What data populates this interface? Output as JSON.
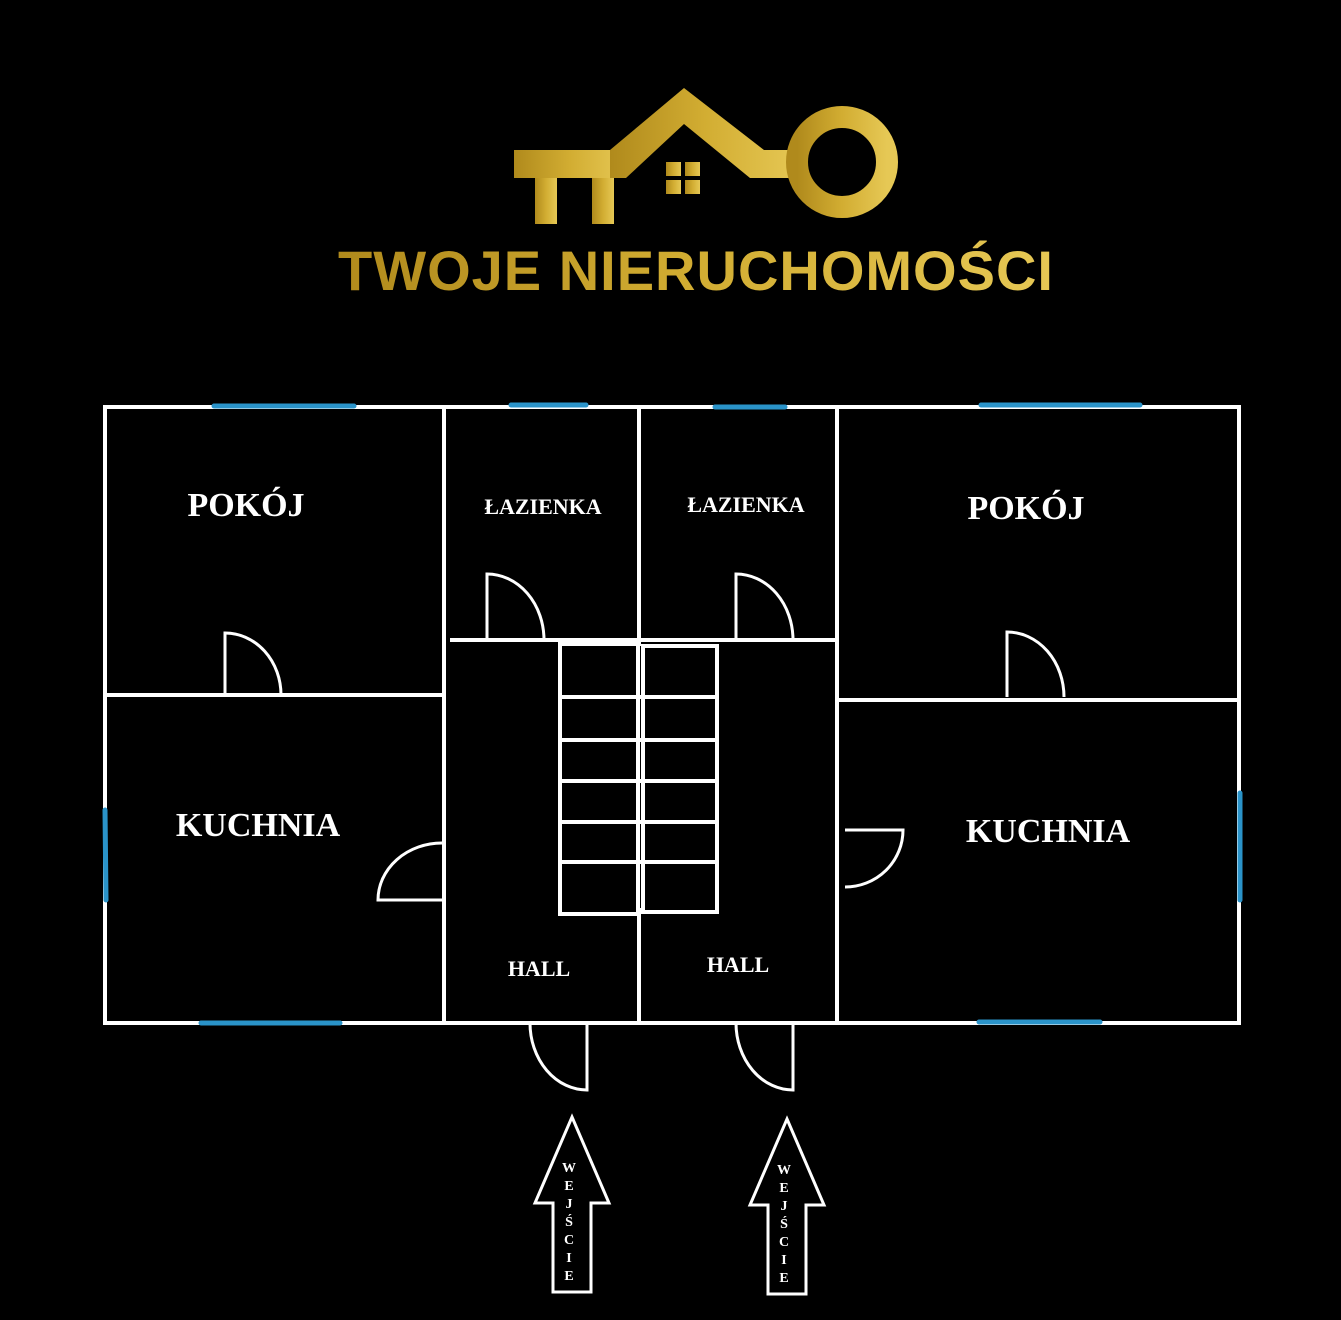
{
  "brand": {
    "name": "TWOJE NIERUCHOMOŚCI",
    "color_light": "#e0c14a",
    "color_dark": "#b08a1c"
  },
  "colors": {
    "wall": "#ffffff",
    "window": "#2a93c9",
    "background": "#000000"
  },
  "rooms": {
    "pokoj_left": "POKÓJ",
    "lazienka_left": "ŁAZIENKA",
    "lazienka_right": "ŁAZIENKA",
    "pokoj_right": "POKÓJ",
    "kuchnia_left": "KUCHNIA",
    "kuchnia_right": "KUCHNIA",
    "hall_left": "HALL",
    "hall_right": "HALL"
  },
  "entrances": [
    {
      "letters": [
        "W",
        "E",
        "J",
        "Ś",
        "C",
        "I",
        "E"
      ]
    },
    {
      "letters": [
        "W",
        "E",
        "J",
        "Ś",
        "C",
        "I",
        "E"
      ]
    }
  ]
}
